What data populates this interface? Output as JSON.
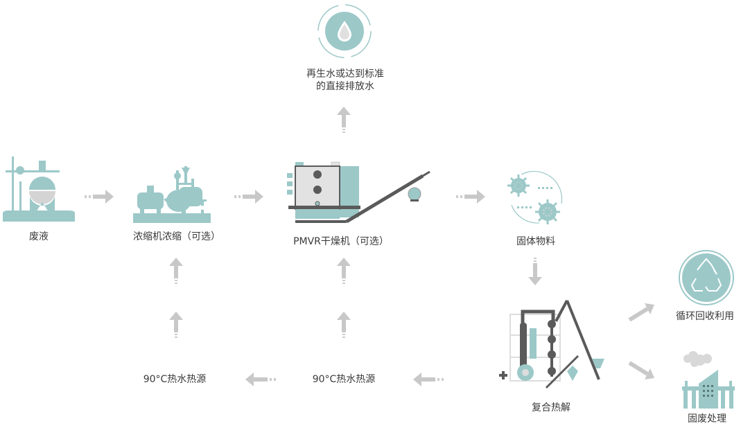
{
  "colors": {
    "teal": "#9cc8c8",
    "dark": "#5a5a5a",
    "light_gray": "#d4d4d4",
    "arrow": "#c8c8c8"
  },
  "nodes": {
    "waste_liquid": {
      "label": "废液",
      "icon": "flask-icon"
    },
    "concentrator": {
      "label": "浓缩机浓缩（可选）",
      "icon": "concentrator-machine-icon"
    },
    "dryer": {
      "label": "PMVR干燥机（可选）",
      "icon": "dryer-machine-icon"
    },
    "water_out": {
      "label_line1": "再生水或达到标准",
      "label_line2": "的直接排放水",
      "icon": "water-drop-cycle-icon"
    },
    "solids": {
      "label": "固体物料",
      "icon": "gears-icon"
    },
    "pyrolysis": {
      "label": "复合热解",
      "icon": "pyrolysis-equipment-icon"
    },
    "recycle": {
      "label": "循环回收利用",
      "icon": "recycle-icon"
    },
    "solid_waste": {
      "label": "固废处理",
      "icon": "factory-icon"
    },
    "heat_source_1": {
      "label": "90°C热水热源"
    },
    "heat_source_2": {
      "label": "90°C热水热源"
    }
  }
}
